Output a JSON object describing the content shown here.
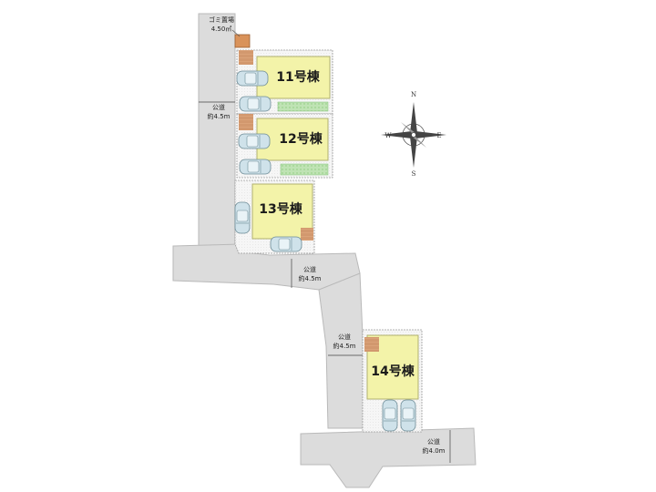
{
  "garbage": {
    "line1": "ゴミ置場",
    "line2": "4.50㎡"
  },
  "roads": [
    {
      "line1": "公道",
      "line2": "約4.5m"
    },
    {
      "line1": "公道",
      "line2": "約4.5m"
    },
    {
      "line1": "公道",
      "line2": "約4.5m"
    },
    {
      "line1": "公道",
      "line2": "約4.0m"
    }
  ],
  "lots": [
    {
      "label": "11号棟"
    },
    {
      "label": "12号棟"
    },
    {
      "label": "13号棟"
    },
    {
      "label": "14号棟"
    }
  ],
  "compass": {
    "n": "N",
    "s": "S",
    "e": "E",
    "w": "W"
  },
  "colors": {
    "road": "#dcdcdc",
    "road_edge": "#b9b9b9",
    "building": "#f3f3a9",
    "building_edge": "#b0b070",
    "grass": "#bfe3b4",
    "grass_dot": "#8ccc7c",
    "deck": "#dba379",
    "garbage": "#d9925a",
    "car": "#cfe2ea"
  }
}
